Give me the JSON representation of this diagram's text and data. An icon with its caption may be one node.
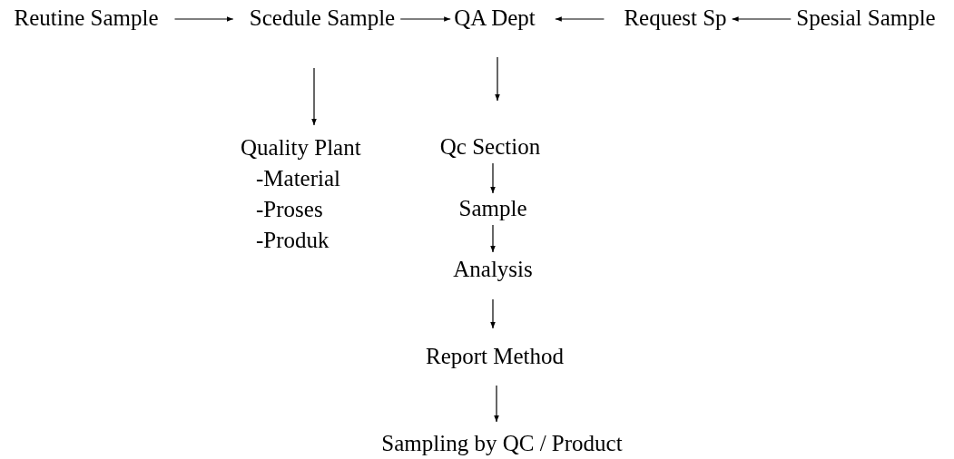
{
  "diagram": {
    "nodes": [
      {
        "text": [
          "Reutine Sample"
        ]
      },
      {
        "text": [
          "Scedule Sample"
        ]
      },
      {
        "text": [
          "QA Dept"
        ]
      },
      {
        "text": [
          "Request Sp"
        ]
      },
      {
        "text": [
          "Spesial Sample"
        ]
      },
      {
        "text": [
          "Quality Plant",
          "-Material",
          "-Proses",
          "-Produk"
        ]
      },
      {
        "text": [
          "Qc Section"
        ]
      },
      {
        "text": [
          "Sample"
        ]
      },
      {
        "text": [
          "Analysis"
        ]
      },
      {
        "text": [
          "Report Method"
        ]
      },
      {
        "text": [
          "Sampling by QC / Product"
        ]
      }
    ],
    "edges": [
      {
        "from": 0,
        "to": 1,
        "arrow": "to"
      },
      {
        "from": 1,
        "to": 2,
        "arrow": "to"
      },
      {
        "from": 3,
        "to": 2,
        "arrow": "to"
      },
      {
        "from": 4,
        "to": 3,
        "arrow": "to"
      },
      {
        "from": 1,
        "to": 5,
        "arrow": "to"
      },
      {
        "from": 2,
        "to": 6,
        "arrow": "to"
      },
      {
        "from": 6,
        "to": 7,
        "arrow": "to"
      },
      {
        "from": 7,
        "to": 8,
        "arrow": "to"
      },
      {
        "from": 8,
        "to": 9,
        "arrow": "to"
      },
      {
        "from": 9,
        "to": 10,
        "arrow": "to"
      }
    ]
  }
}
